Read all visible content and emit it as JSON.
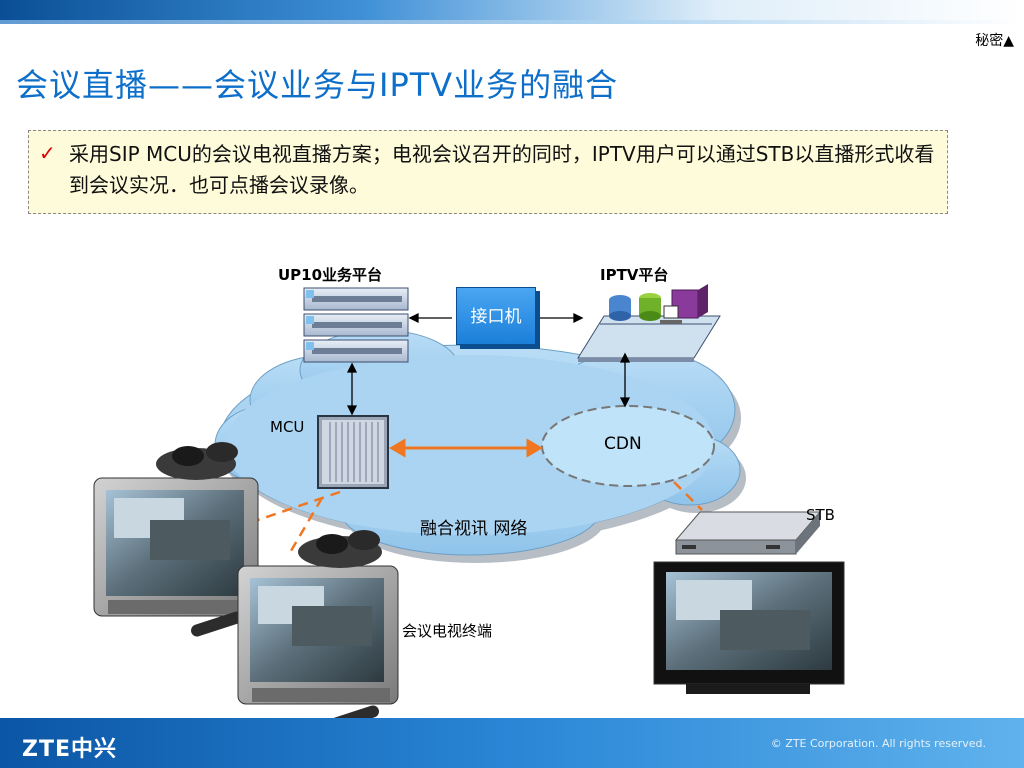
{
  "header": {
    "confidential": "秘密▲",
    "title": "会议直播——会议业务与IPTV业务的融合"
  },
  "note": {
    "text": "采用SIP MCU的会议电视直播方案；电视会议召开的同时，IPTV用户可以通过STB以直播形式收看到会议实况．也可点播会议录像。"
  },
  "diagram": {
    "up10_label": "UP10业务平台",
    "iptv_label": "IPTV平台",
    "interface_label": "接口机",
    "mcu_label": "MCU",
    "cdn_label": "CDN",
    "stb_label": "STB",
    "network_label": "融合视讯 网络",
    "terminal_label": "会议电视终端"
  },
  "footer": {
    "logo": "ZTE中兴",
    "copyright": "© ZTE Corporation. All rights reserved."
  },
  "colors": {
    "title": "#0d6fc9",
    "note_bg": "#fdfbd9",
    "cloud": "#a9d3f2",
    "mcu_arrow": "#f07722",
    "footer": "#1e77c8"
  }
}
